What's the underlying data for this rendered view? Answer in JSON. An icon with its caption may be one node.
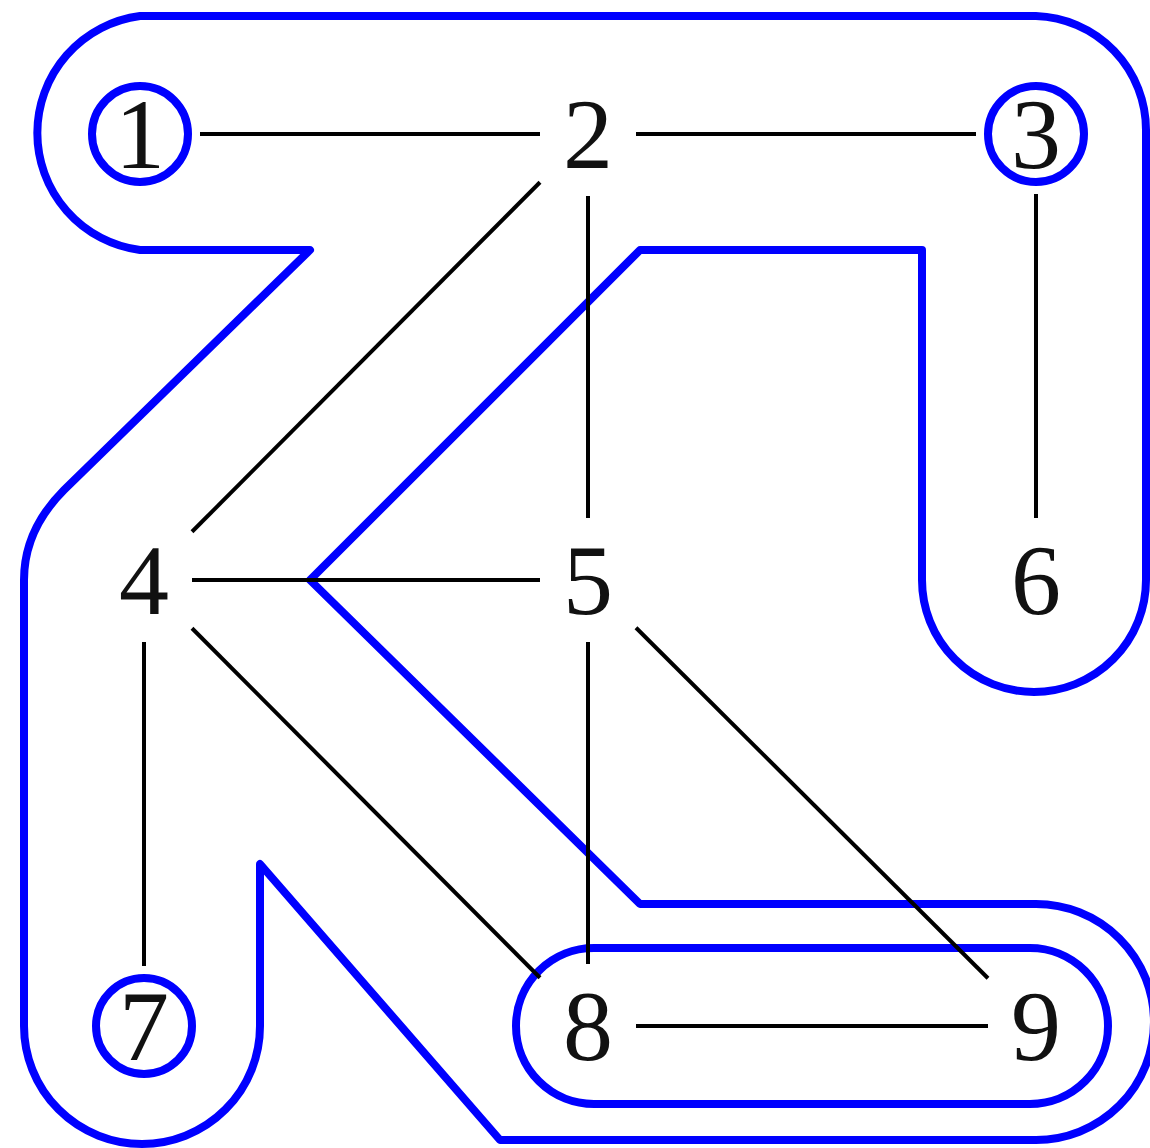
{
  "diagram": {
    "nodes": [
      {
        "text": [
          "1"
        ]
      },
      {
        "text": [
          "2"
        ]
      },
      {
        "text": [
          "3"
        ]
      },
      {
        "text": [
          "4"
        ]
      },
      {
        "text": [
          "5"
        ]
      },
      {
        "text": [
          "6"
        ]
      },
      {
        "text": [
          "7"
        ]
      },
      {
        "text": [
          "8"
        ]
      },
      {
        "text": [
          "9"
        ]
      }
    ],
    "edges": [
      {
        "from": 0,
        "to": 1,
        "arrow": "none"
      },
      {
        "from": 1,
        "to": 2,
        "arrow": "none"
      },
      {
        "from": 2,
        "to": 5,
        "arrow": "none"
      },
      {
        "from": 1,
        "to": 3,
        "arrow": "none"
      },
      {
        "from": 1,
        "to": 4,
        "arrow": "none"
      },
      {
        "from": 3,
        "to": 4,
        "arrow": "none"
      },
      {
        "from": 3,
        "to": 6,
        "arrow": "none"
      },
      {
        "from": 3,
        "to": 7,
        "arrow": "none"
      },
      {
        "from": 4,
        "to": 7,
        "arrow": "none"
      },
      {
        "from": 4,
        "to": 8,
        "arrow": "none"
      },
      {
        "from": 7,
        "to": 8,
        "arrow": "none"
      }
    ]
  }
}
